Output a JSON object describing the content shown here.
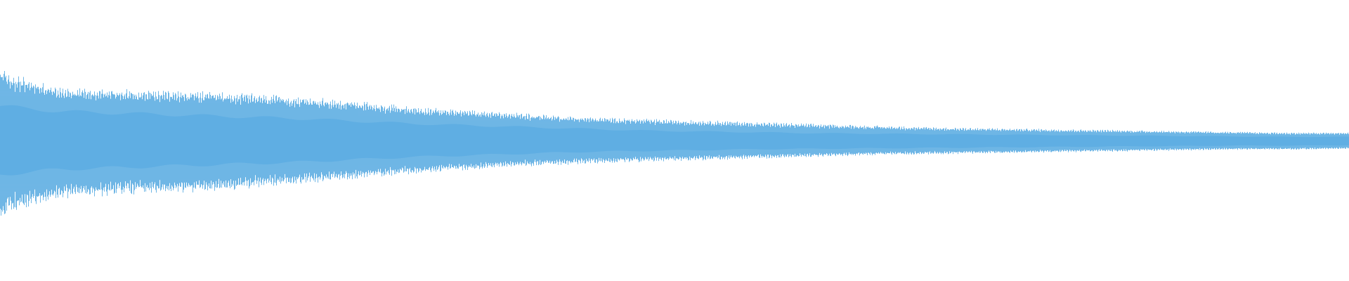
{
  "waveform": {
    "color": "#5faee3",
    "background": "#ffffff",
    "envelope": {
      "upper_peak_amplitude": [
        0.81,
        0.62,
        0.6,
        0.58,
        0.56,
        0.52,
        0.47,
        0.4,
        0.36,
        0.32,
        0.28,
        0.26,
        0.24,
        0.22,
        0.2,
        0.18,
        0.16,
        0.15,
        0.14,
        0.13,
        0.12,
        0.11,
        0.1,
        0.1
      ],
      "lower_peak_amplitude": [
        0.85,
        0.66,
        0.62,
        0.6,
        0.56,
        0.5,
        0.44,
        0.38,
        0.33,
        0.29,
        0.26,
        0.24,
        0.22,
        0.2,
        0.18,
        0.16,
        0.15,
        0.14,
        0.13,
        0.12,
        0.11,
        0.1,
        0.1,
        0.09
      ],
      "upper_body_amplitude": [
        0.4,
        0.34,
        0.32,
        0.3,
        0.28,
        0.26,
        0.23,
        0.2,
        0.18,
        0.16,
        0.14,
        0.12,
        0.11,
        0.1,
        0.09,
        0.085,
        0.08,
        0.075,
        0.07,
        0.065,
        0.06,
        0.055,
        0.05,
        0.05
      ],
      "lower_body_amplitude": [
        0.38,
        0.32,
        0.3,
        0.28,
        0.26,
        0.24,
        0.21,
        0.18,
        0.16,
        0.14,
        0.12,
        0.11,
        0.1,
        0.09,
        0.085,
        0.08,
        0.075,
        0.07,
        0.065,
        0.06,
        0.055,
        0.05,
        0.05,
        0.045
      ]
    }
  }
}
